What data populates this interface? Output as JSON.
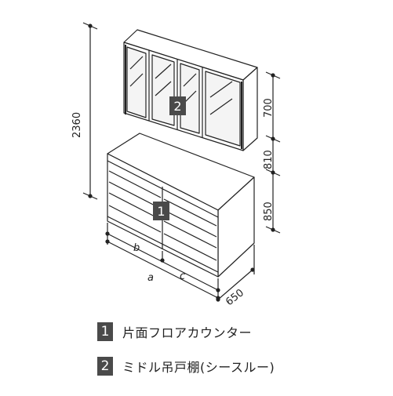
{
  "dimensions": {
    "total_height": "2360",
    "upper_cabinet_height": "700",
    "gap_height": "810",
    "counter_height": "850",
    "depth": "650",
    "width_a": "a",
    "width_b": "b",
    "width_c": "c"
  },
  "markers": {
    "counter": "1",
    "upper_cabinet": "2"
  },
  "legend": [
    {
      "number": "1",
      "label": "片面フロアカウンター"
    },
    {
      "number": "2",
      "label": "ミドル吊戸棚(シースルー)"
    }
  ],
  "colors": {
    "line": "#222222",
    "badge": "#4a4a4a",
    "badge_text": "#ffffff"
  }
}
